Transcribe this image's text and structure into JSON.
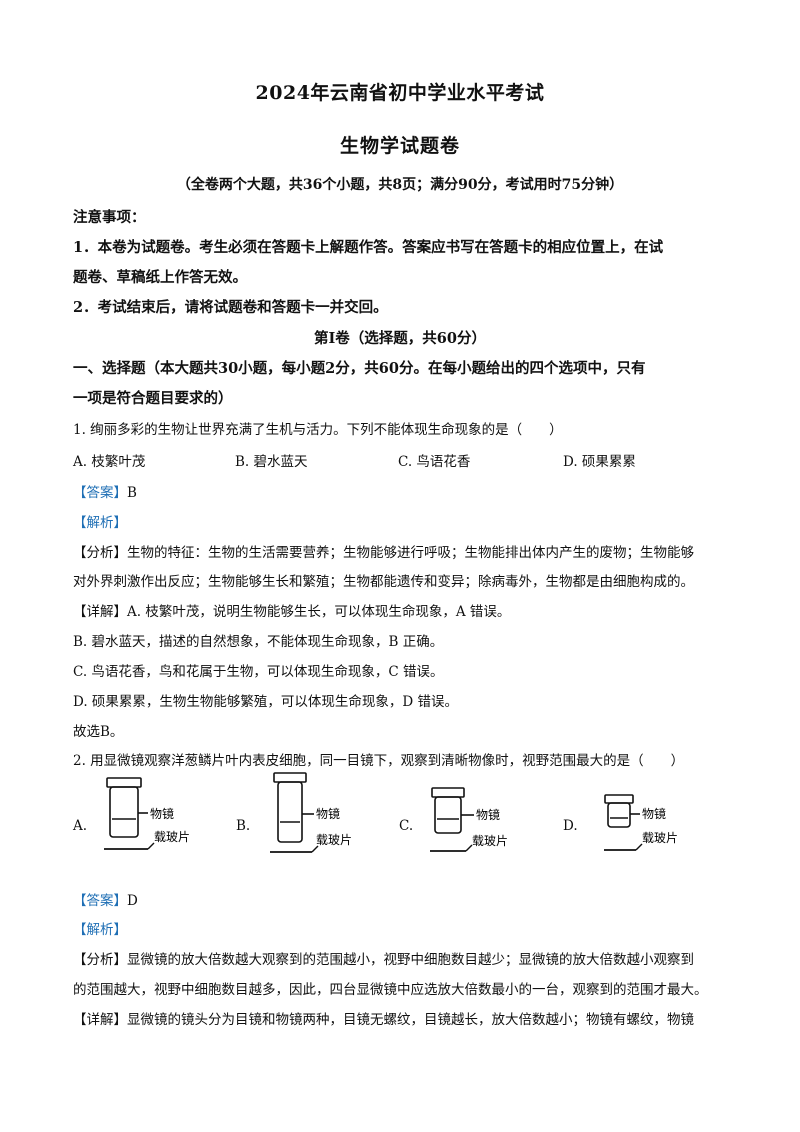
{
  "header": {
    "title": "2024年云南省初中学业水平考试",
    "subtitle": "生物学试题卷",
    "exam_info": "（全卷两个大题，共36个小题，共8页；满分90分，考试用时75分钟）"
  },
  "notice": {
    "heading": "注意事项：",
    "item1_line1": "1．本卷为试题卷。考生必须在答题卡上解题作答。答案应书写在答题卡的相应位置上，在试",
    "item1_line2": "题卷、草稿纸上作答无效。",
    "item2": "2．考试结束后，请将试题卷和答题卡一并交回。"
  },
  "part1": {
    "heading": "第Ⅰ卷（选择题，共60分）",
    "section_line1": "一、选择题（本大题共30小题，每小题2分，共60分。在每小题给出的四个选项中，只有",
    "section_line2": "一项是符合题目要求的）"
  },
  "q1": {
    "stem": "1. 绚丽多彩的生物让世界充满了生机与活力。下列不能体现生命现象的是（　　）",
    "options": [
      "A. 枝繁叶茂",
      "B. 碧水蓝天",
      "C. 鸟语花香",
      "D. 硕果累累"
    ],
    "answer_tag": "【答案】",
    "answer": "B",
    "analysis_tag": "【解析】",
    "fenxi_tag": "【分析】",
    "fenxi_line1": "生物的特征：生物的生活需要营养；生物能够进行呼吸；生物能排出体内产生的废物；生物能够",
    "fenxi_line2": "对外界刺激作出反应；生物能够生长和繁殖；生物都能遗传和变异；除病毒外，生物都是由细胞构成的。",
    "xiangjie_tag": "【详解】",
    "detail_a": "A. 枝繁叶茂，说明生物能够生长，可以体现生命现象，A 错误。",
    "detail_b": "B. 碧水蓝天，描述的自然想象，不能体现生命现象，B 正确。",
    "detail_c": "C. 鸟语花香，鸟和花属于生物，可以体现生命现象，C 错误。",
    "detail_d": "D. 硕果累累，生物生物能够繁殖，可以体现生命现象，D 错误。",
    "conclusion": "故选B。"
  },
  "q2": {
    "stem": "2. 用显微镜观察洋葱鳞片叶内表皮细胞，同一目镜下，观察到清晰物像时，视野范围最大的是（　　）",
    "option_letters": [
      "A.",
      "B.",
      "C.",
      "D."
    ],
    "diagram_labels": {
      "objective": "物镜",
      "slide": "载玻片"
    },
    "answer_tag": "【答案】",
    "answer": "D",
    "analysis_tag": "【解析】",
    "fenxi_tag": "【分析】",
    "fenxi_line1": "显微镜的放大倍数越大观察到的范围越小，视野中细胞数目越少；显微镜的放大倍数越小观察到",
    "fenxi_line2": "的范围越大，视野中细胞数目越多，因此，四台显微镜中应选放大倍数最小的一台，观察到的范围才最大。",
    "xiangjie_tag": "【详解】",
    "detail_line1": "显微镜的镜头分为目镜和物镜两种，目镜无螺纹，目镜越长，放大倍数越小；物镜有螺纹，物镜"
  }
}
